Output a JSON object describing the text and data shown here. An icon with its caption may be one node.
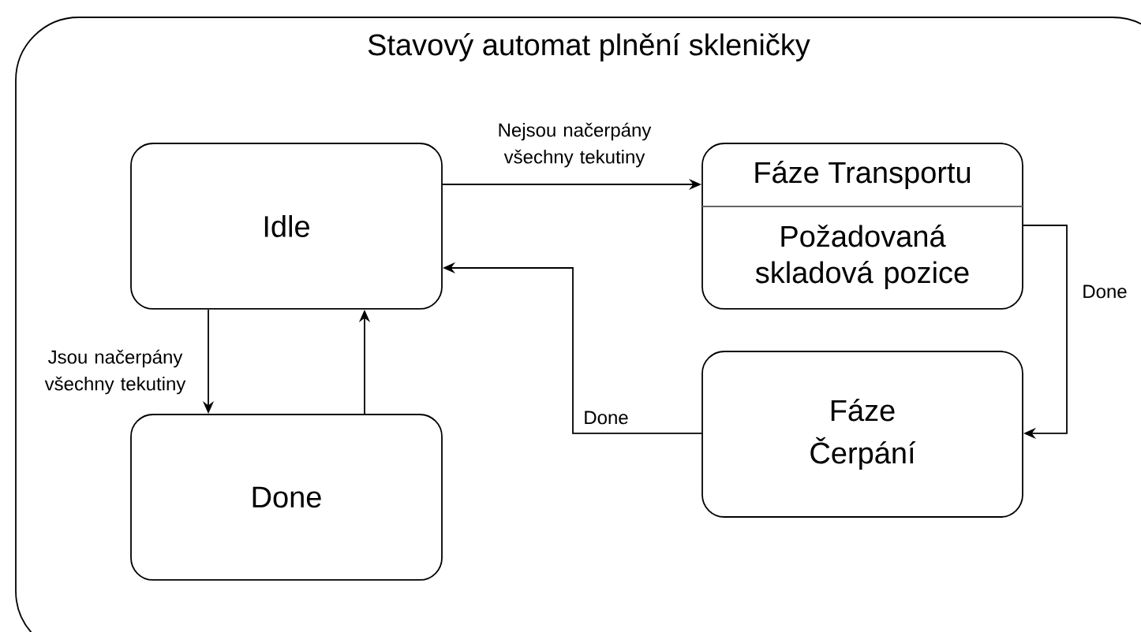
{
  "diagram": {
    "nodes": [
      {
        "text": [
          "Stavový automat plnění skleničky"
        ]
      },
      {
        "text": [
          "Idle"
        ],
        "in": 0
      },
      {
        "text": [
          "Fáze Transportu",
          "Požadovaná skladová pozice"
        ],
        "in": 0
      },
      {
        "text": [
          "Done"
        ],
        "in": 0
      },
      {
        "text": [
          "Fáze Čerpání"
        ],
        "in": 0
      }
    ],
    "edges": [
      {
        "from": 1,
        "to": 2,
        "arrow": "to",
        "label": "Nejsou načerpány všechny tekutiny"
      },
      {
        "from": 2,
        "to": 4,
        "arrow": "to",
        "label": "Done"
      },
      {
        "from": 4,
        "to": 1,
        "arrow": "to",
        "label": "Done"
      },
      {
        "from": 1,
        "to": 3,
        "arrow": "to",
        "label": "Jsou načerpány všechny tekutiny"
      },
      {
        "from": 3,
        "to": 1,
        "arrow": "to"
      }
    ]
  }
}
